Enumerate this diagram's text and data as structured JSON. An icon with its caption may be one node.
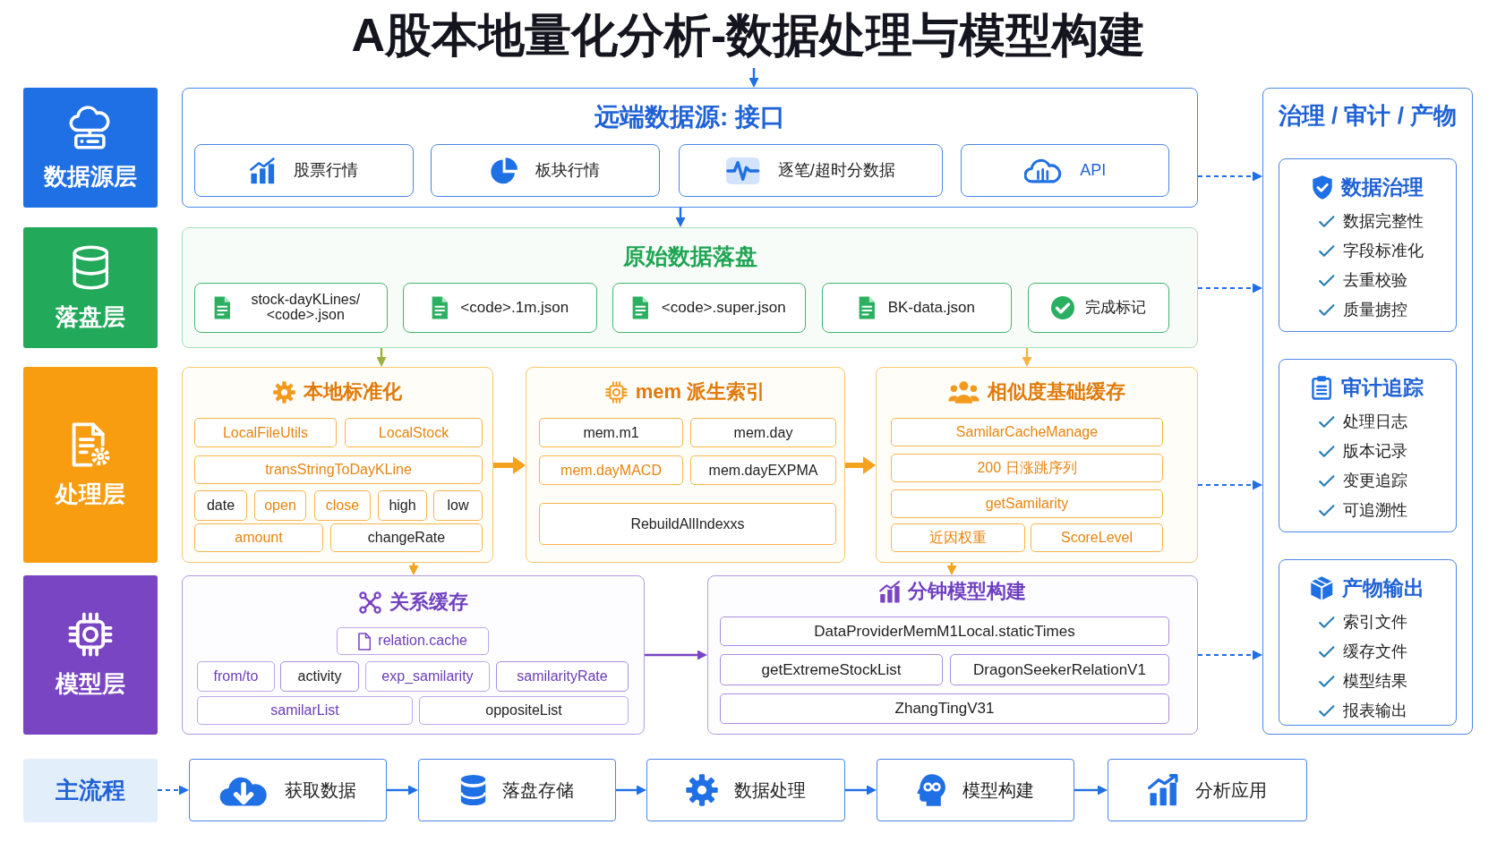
{
  "diagram": {
    "title": "A股本地量化分析-数据处理与模型构建",
    "nodes": [
      {
        "text": [
          "数据源层"
        ]
      },
      {
        "text": [
          "远端数据源: 接口"
        ]
      },
      {
        "text": [
          "股票行情"
        ],
        "in": 1
      },
      {
        "text": [
          "板块行情"
        ],
        "in": 1
      },
      {
        "text": [
          "逐笔/超时分数据"
        ],
        "in": 1
      },
      {
        "text": [
          "API"
        ],
        "in": 1
      },
      {
        "text": [
          "落盘层"
        ]
      },
      {
        "text": [
          "原始数据落盘"
        ]
      },
      {
        "text": [
          "stock-dayKLines/ <code>.json"
        ],
        "in": 7
      },
      {
        "text": [
          "<code>.1m.json"
        ],
        "in": 7
      },
      {
        "text": [
          "<code>.super.json"
        ],
        "in": 7
      },
      {
        "text": [
          "BK-data.json"
        ],
        "in": 7
      },
      {
        "text": [
          "完成标记"
        ],
        "in": 7
      },
      {
        "text": [
          "处理层"
        ]
      },
      {
        "text": [
          "本地标准化"
        ]
      },
      {
        "text": [
          "LocalFileUtils"
        ],
        "in": 14
      },
      {
        "text": [
          "LocalStock"
        ],
        "in": 14
      },
      {
        "text": [
          "transStringToDayKLine"
        ],
        "in": 14
      },
      {
        "text": [
          "date"
        ],
        "in": 14
      },
      {
        "text": [
          "open"
        ],
        "in": 14
      },
      {
        "text": [
          "close"
        ],
        "in": 14
      },
      {
        "text": [
          "high"
        ],
        "in": 14
      },
      {
        "text": [
          "low"
        ],
        "in": 14
      },
      {
        "text": [
          "amount"
        ],
        "in": 14
      },
      {
        "text": [
          "changeRate"
        ],
        "in": 14
      },
      {
        "text": [
          "mem 派生索引"
        ]
      },
      {
        "text": [
          "mem.m1"
        ],
        "in": 25
      },
      {
        "text": [
          "mem.day"
        ],
        "in": 25
      },
      {
        "text": [
          "mem.dayMACD"
        ],
        "in": 25
      },
      {
        "text": [
          "mem.dayEXPMA"
        ],
        "in": 25
      },
      {
        "text": [
          "RebuildAllIndexxs"
        ],
        "in": 25
      },
      {
        "text": [
          "相似度基础缓存"
        ]
      },
      {
        "text": [
          "SamilarCacheManage"
        ],
        "in": 31
      },
      {
        "text": [
          "200 日涨跳序列"
        ],
        "in": 31
      },
      {
        "text": [
          "getSamilarity"
        ],
        "in": 31
      },
      {
        "text": [
          "近因权重"
        ],
        "in": 31
      },
      {
        "text": [
          "ScoreLevel"
        ],
        "in": 31
      },
      {
        "text": [
          "模型层"
        ]
      },
      {
        "text": [
          "关系缓存"
        ]
      },
      {
        "text": [
          "relation.cache"
        ],
        "in": 38
      },
      {
        "text": [
          "from/to"
        ],
        "in": 38
      },
      {
        "text": [
          "activity"
        ],
        "in": 38
      },
      {
        "text": [
          "exp_samilarity"
        ],
        "in": 38
      },
      {
        "text": [
          "samilarityRate"
        ],
        "in": 38
      },
      {
        "text": [
          "samilarList"
        ],
        "in": 38
      },
      {
        "text": [
          "oppositeList"
        ],
        "in": 38
      },
      {
        "text": [
          "分钟模型构建"
        ]
      },
      {
        "text": [
          "DataProviderMemM1Local.staticTimes"
        ],
        "in": 46
      },
      {
        "text": [
          "getExtremeStockList"
        ],
        "in": 46
      },
      {
        "text": [
          "DragonSeekerRelationV1"
        ],
        "in": 46
      },
      {
        "text": [
          "ZhangTingV31"
        ],
        "in": 46
      },
      {
        "text": [
          "治理 / 审计 / 产物"
        ]
      },
      {
        "text": [
          "数据治理",
          "数据完整性",
          "字段标准化",
          "去重校验",
          "质量掳控"
        ],
        "in": 51
      },
      {
        "text": [
          "审计追踪",
          "处理日志",
          "版本记录",
          "变更追踪",
          "可追溯性"
        ],
        "in": 51
      },
      {
        "text": [
          "产物输出",
          "索引文件",
          "缓存文件",
          "模型结果",
          "报表输出"
        ],
        "in": 51
      },
      {
        "text": [
          "主流程"
        ]
      },
      {
        "text": [
          "获取数据"
        ]
      },
      {
        "text": [
          "落盘存储"
        ]
      },
      {
        "text": [
          "数据处理"
        ]
      },
      {
        "text": [
          "模型构建"
        ]
      },
      {
        "text": [
          "分析应用"
        ]
      }
    ],
    "edges": [
      {
        "from": null,
        "to": 1,
        "arrow": "to"
      },
      {
        "from": 1,
        "to": 7,
        "arrow": "to"
      },
      {
        "from": 7,
        "to": 14,
        "arrow": "to",
        "color": "#9cb13f"
      },
      {
        "from": 7,
        "to": 31,
        "arrow": "to",
        "color": "#f6b347"
      },
      {
        "from": 14,
        "to": 25,
        "arrow": "to",
        "style": "thick",
        "color": "#f5a21f"
      },
      {
        "from": 25,
        "to": 31,
        "arrow": "to",
        "style": "thick",
        "color": "#f5a21f"
      },
      {
        "from": 14,
        "to": 38,
        "arrow": "to",
        "color": "#f5a21f"
      },
      {
        "from": 31,
        "to": 46,
        "arrow": "to",
        "color": "#f5a21f"
      },
      {
        "from": 38,
        "to": 46,
        "arrow": "to",
        "color": "#7a45c3"
      },
      {
        "from": 1,
        "to": 51,
        "arrow": "to",
        "style": "dashed"
      },
      {
        "from": 7,
        "to": 51,
        "arrow": "to",
        "style": "dashed"
      },
      {
        "from": 31,
        "to": 51,
        "arrow": "to",
        "style": "dashed"
      },
      {
        "from": 46,
        "to": 51,
        "arrow": "to",
        "style": "dashed"
      },
      {
        "from": 55,
        "to": 56,
        "arrow": "to",
        "style": "dashed"
      },
      {
        "from": 56,
        "to": 57,
        "arrow": "to"
      },
      {
        "from": 57,
        "to": 58,
        "arrow": "to"
      },
      {
        "from": 58,
        "to": 59,
        "arrow": "to"
      },
      {
        "from": 59,
        "to": 60,
        "arrow": "to"
      }
    ]
  }
}
